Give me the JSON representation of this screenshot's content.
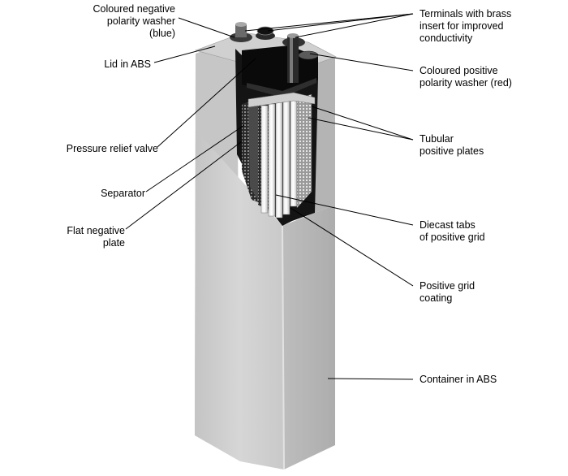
{
  "labels": {
    "neg_washer": "Coloured negative\npolarity washer\n(blue)",
    "lid": "Lid in ABS",
    "relief_valve": "Pressure relief valve",
    "separator": "Separator",
    "flat_negative": "Flat negative\nplate",
    "terminals": "Terminals with brass\ninsert for improved\nconductivity",
    "pos_washer": "Coloured positive\npolarity washer (red)",
    "tubular": "Tubular\npositive plates",
    "diecast": "Diecast tabs\nof positive grid",
    "coating": "Positive grid\ncoating",
    "container": "Container in ABS"
  }
}
